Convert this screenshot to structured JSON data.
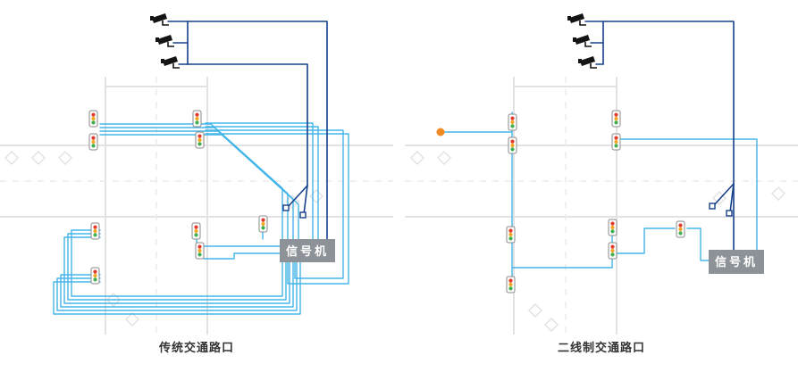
{
  "panels": [
    {
      "caption": "传统交通路口",
      "controller_label": "信号机"
    },
    {
      "caption": "二线制交通路口",
      "controller_label": "信号机"
    }
  ],
  "icons": {
    "camera": "camera-icon",
    "traffic_light": "traffic-light-icon",
    "terminator": "terminator-dot-icon",
    "road_marking": "diamond-road-marking",
    "controller": "signal-controller-box"
  },
  "colors": {
    "cable_signal": "#44b5e8",
    "cable_camera": "#17408c",
    "road": "#e2e2e2",
    "road_dash": "#ececec",
    "controller_bg": "#8d9298",
    "controller_text": "#ffffff",
    "light_red": "#e23b2e",
    "light_yellow": "#f5a623",
    "light_green": "#3faf4e",
    "terminator_orange": "#f08a24"
  }
}
